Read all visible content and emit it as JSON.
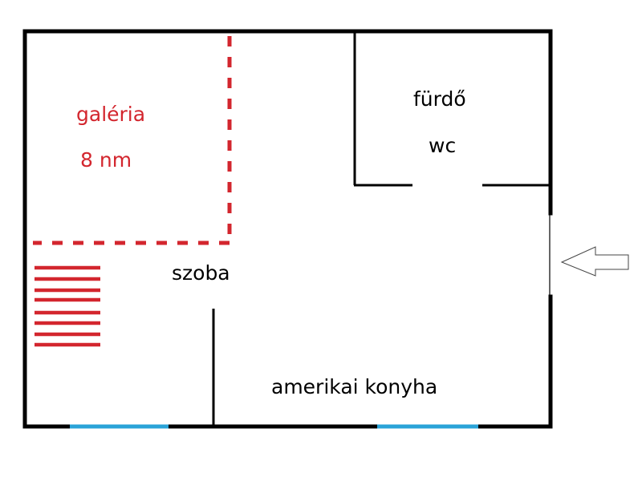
{
  "rooms": {
    "gallery_name": "galéria",
    "gallery_area": "8 nm",
    "room": "szoba",
    "bathroom": "fürdő",
    "wc": "wc",
    "kitchen": "amerikai konyha"
  },
  "colors": {
    "wall": "#000000",
    "gallery": "#d3262e",
    "window": "#2aa3d8"
  },
  "icons": {
    "entrance": "arrow-left-icon",
    "stairs": "stairs-icon"
  }
}
